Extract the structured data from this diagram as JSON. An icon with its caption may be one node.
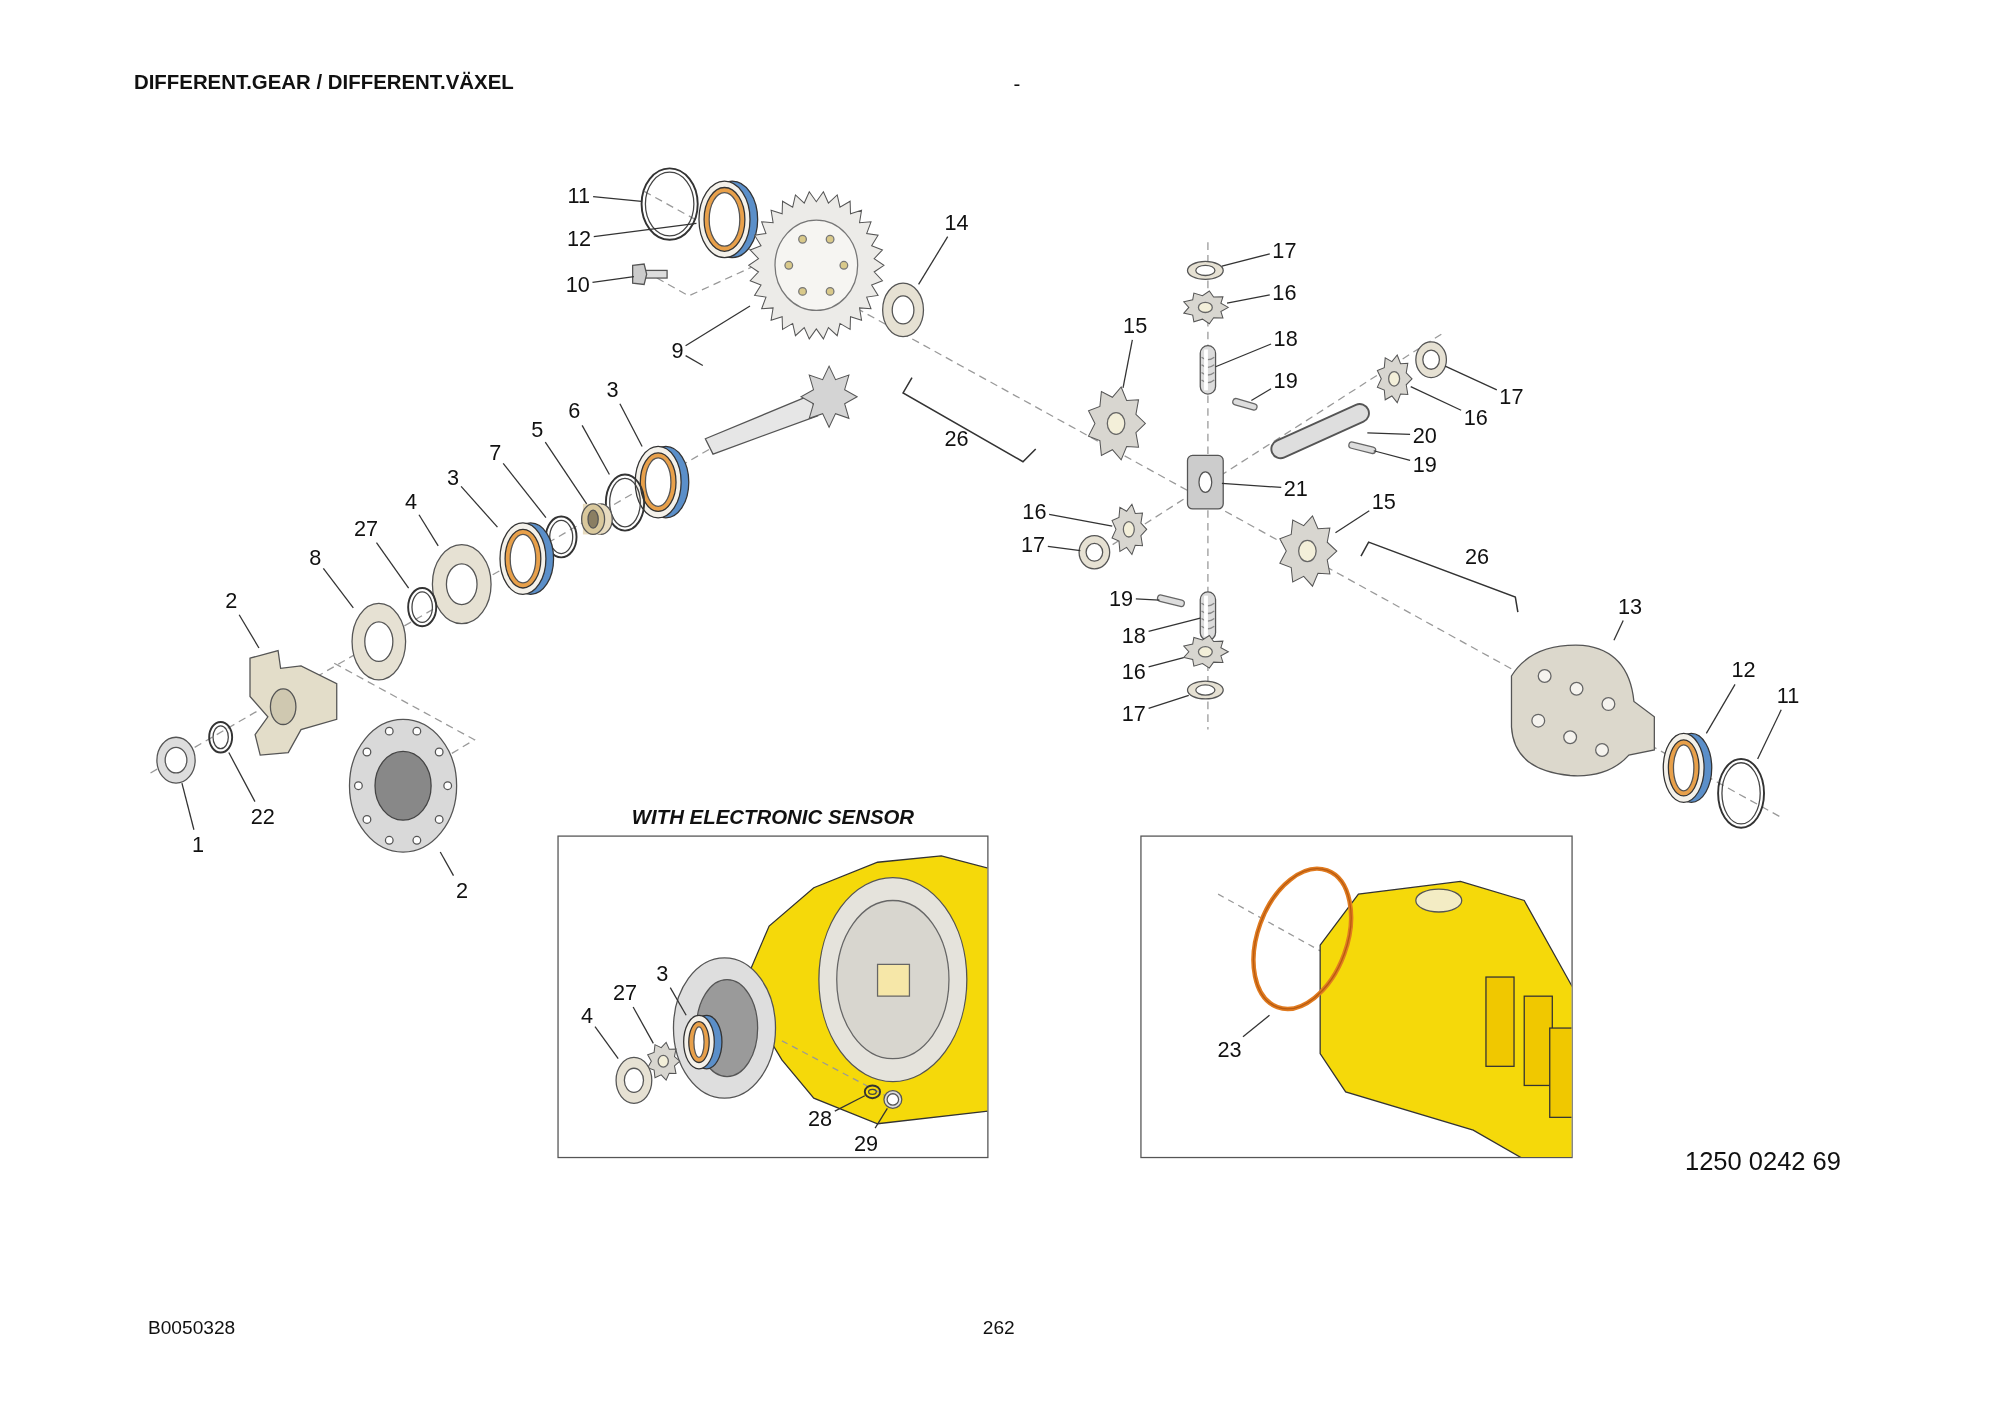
{
  "diagram": {
    "title": "DIFFERENT.GEAR / DIFFERENT.VÄXEL",
    "nodes": [
      {
        "text": [
          "WITH ELECTRONIC SENSOR"
        ]
      },
      {
        "text": [],
        "shape": "box"
      },
      {
        "text": [
          "11"
        ]
      },
      {
        "text": [],
        "shape": "picture"
      },
      {
        "text": [
          "12"
        ]
      },
      {
        "text": [],
        "shape": "picture"
      },
      {
        "text": [
          "10"
        ]
      },
      {
        "text": [],
        "shape": "picture"
      },
      {
        "text": [
          "9"
        ]
      },
      {
        "text": [],
        "shape": "picture"
      },
      {
        "text": [],
        "shape": "picture"
      },
      {
        "text": [
          "14"
        ]
      },
      {
        "text": [],
        "shape": "picture"
      },
      {
        "text": [
          "17"
        ]
      },
      {
        "text": [],
        "shape": "picture"
      },
      {
        "text": [
          "16"
        ]
      },
      {
        "text": [],
        "shape": "picture"
      },
      {
        "text": [
          "15"
        ]
      },
      {
        "text": [],
        "shape": "picture"
      },
      {
        "text": [
          "18"
        ]
      },
      {
        "text": [],
        "shape": "picture"
      },
      {
        "text": [
          "19"
        ]
      },
      {
        "text": [],
        "shape": "picture"
      },
      {
        "text": [
          "3"
        ]
      },
      {
        "text": [],
        "shape": "picture"
      },
      {
        "text": [
          "17"
        ]
      },
      {
        "text": [],
        "shape": "picture"
      },
      {
        "text": [
          "16"
        ]
      },
      {
        "text": [],
        "shape": "picture"
      },
      {
        "text": [
          "6"
        ]
      },
      {
        "text": [],
        "shape": "picture"
      },
      {
        "text": [
          "5"
        ]
      },
      {
        "text": [],
        "shape": "picture"
      },
      {
        "text": [
          "20"
        ]
      },
      {
        "text": [],
        "shape": "picture"
      },
      {
        "text": [
          "7"
        ]
      },
      {
        "text": [],
        "shape": "picture"
      },
      {
        "text": [
          "19"
        ]
      },
      {
        "text": [],
        "shape": "picture"
      },
      {
        "text": [
          "3"
        ]
      },
      {
        "text": [],
        "shape": "picture"
      },
      {
        "text": [
          "21"
        ]
      },
      {
        "text": [],
        "shape": "picture"
      },
      {
        "text": [
          "4"
        ]
      },
      {
        "text": [],
        "shape": "picture"
      },
      {
        "text": [
          "15"
        ]
      },
      {
        "text": [],
        "shape": "picture"
      },
      {
        "text": [
          "16"
        ]
      },
      {
        "text": [],
        "shape": "picture"
      },
      {
        "text": [
          "27"
        ]
      },
      {
        "text": [],
        "shape": "picture"
      },
      {
        "text": [
          "17"
        ]
      },
      {
        "text": [],
        "shape": "picture"
      },
      {
        "text": [
          "8"
        ]
      },
      {
        "text": [],
        "shape": "picture"
      },
      {
        "text": [
          "19"
        ]
      },
      {
        "text": [],
        "shape": "picture"
      },
      {
        "text": [
          "2"
        ]
      },
      {
        "text": [],
        "shape": "picture"
      },
      {
        "text": [
          "13"
        ]
      },
      {
        "text": [],
        "shape": "picture"
      },
      {
        "text": [
          "18"
        ]
      },
      {
        "text": [],
        "shape": "picture"
      },
      {
        "text": [
          "16"
        ]
      },
      {
        "text": [],
        "shape": "picture"
      },
      {
        "text": [
          "12"
        ]
      },
      {
        "text": [],
        "shape": "picture"
      },
      {
        "text": [
          "11"
        ]
      },
      {
        "text": [],
        "shape": "picture"
      },
      {
        "text": [
          "17"
        ]
      },
      {
        "text": [],
        "shape": "picture"
      },
      {
        "text": [
          "22"
        ]
      },
      {
        "text": [],
        "shape": "picture"
      },
      {
        "text": [
          "1"
        ]
      },
      {
        "text": [],
        "shape": "picture"
      },
      {
        "text": [
          "2"
        ]
      },
      {
        "text": [],
        "shape": "picture"
      },
      {
        "text": [
          "3"
        ],
        "in": 0
      },
      {
        "text": [],
        "shape": "picture",
        "in": 0
      },
      {
        "text": [
          "27"
        ],
        "in": 0
      },
      {
        "text": [],
        "shape": "picture",
        "in": 0
      },
      {
        "text": [
          "4"
        ],
        "in": 0
      },
      {
        "text": [],
        "shape": "picture",
        "in": 0
      },
      {
        "text": [
          "28"
        ],
        "in": 0
      },
      {
        "text": [],
        "shape": "picture",
        "in": 0
      },
      {
        "text": [
          "29"
        ],
        "in": 0
      },
      {
        "text": [],
        "shape": "picture",
        "in": 0
      },
      {
        "text": [
          "23"
        ],
        "in": 1
      },
      {
        "text": [],
        "shape": "circle",
        "in": 1
      }
    ],
    "edges": [
      {
        "from": 2,
        "to": 3,
        "arrow": "none"
      },
      {
        "from": 4,
        "to": 5,
        "arrow": "none"
      },
      {
        "from": 6,
        "to": 7,
        "arrow": "none"
      },
      {
        "from": 8,
        "to": 9,
        "arrow": "none"
      },
      {
        "from": 8,
        "to": 10,
        "arrow": "none"
      },
      {
        "from": 11,
        "to": 12,
        "arrow": "none"
      },
      {
        "from": 13,
        "to": 14,
        "arrow": "none"
      },
      {
        "from": 15,
        "to": 16,
        "arrow": "none"
      },
      {
        "from": 17,
        "to": 18,
        "arrow": "none"
      },
      {
        "from": 19,
        "to": 20,
        "arrow": "none"
      },
      {
        "from": 21,
        "to": 22,
        "arrow": "none"
      },
      {
        "from": 23,
        "to": 24,
        "arrow": "none"
      },
      {
        "from": 25,
        "to": 26,
        "arrow": "none"
      },
      {
        "from": 27,
        "to": 28,
        "arrow": "none"
      },
      {
        "from": 29,
        "to": 30,
        "arrow": "none"
      },
      {
        "from": 31,
        "to": 32,
        "arrow": "none"
      },
      {
        "from": 33,
        "to": 34,
        "arrow": "none"
      },
      {
        "from": 35,
        "to": 36,
        "arrow": "none"
      },
      {
        "from": 37,
        "to": 38,
        "arrow": "none"
      },
      {
        "from": 39,
        "to": 40,
        "arrow": "none"
      },
      {
        "from": 41,
        "to": 42,
        "arrow": "none"
      },
      {
        "from": 43,
        "to": 44,
        "arrow": "none"
      },
      {
        "from": 45,
        "to": 46,
        "arrow": "none"
      },
      {
        "from": 47,
        "to": 48,
        "arrow": "none"
      },
      {
        "from": 49,
        "to": 50,
        "arrow": "none"
      },
      {
        "from": 51,
        "to": 52,
        "arrow": "none"
      },
      {
        "from": 53,
        "to": 54,
        "arrow": "none"
      },
      {
        "from": 55,
        "to": 56,
        "arrow": "none"
      },
      {
        "from": 57,
        "to": 58,
        "arrow": "none"
      },
      {
        "from": 59,
        "to": 60,
        "arrow": "none"
      },
      {
        "from": 61,
        "to": 62,
        "arrow": "none"
      },
      {
        "from": 63,
        "to": 64,
        "arrow": "none"
      },
      {
        "from": 65,
        "to": 66,
        "arrow": "none"
      },
      {
        "from": 67,
        "to": 68,
        "arrow": "none"
      },
      {
        "from": 69,
        "to": 70,
        "arrow": "none"
      },
      {
        "from": 71,
        "to": 72,
        "arrow": "none"
      },
      {
        "from": 73,
        "to": 74,
        "arrow": "none"
      },
      {
        "from": 75,
        "to": 76,
        "arrow": "none"
      },
      {
        "from": 77,
        "to": 78,
        "arrow": "none"
      },
      {
        "from": 79,
        "to": 80,
        "arrow": "none"
      },
      {
        "from": 81,
        "to": 82,
        "arrow": "none"
      },
      {
        "from": 83,
        "to": 84,
        "arrow": "none"
      },
      {
        "from": 85,
        "to": 86,
        "arrow": "none"
      },
      {
        "from": 87,
        "to": 88,
        "arrow": "none"
      }
    ],
    "labels": [
      "-",
      "26",
      "26",
      "1250 0242 69",
      "B0050328",
      "262"
    ]
  }
}
